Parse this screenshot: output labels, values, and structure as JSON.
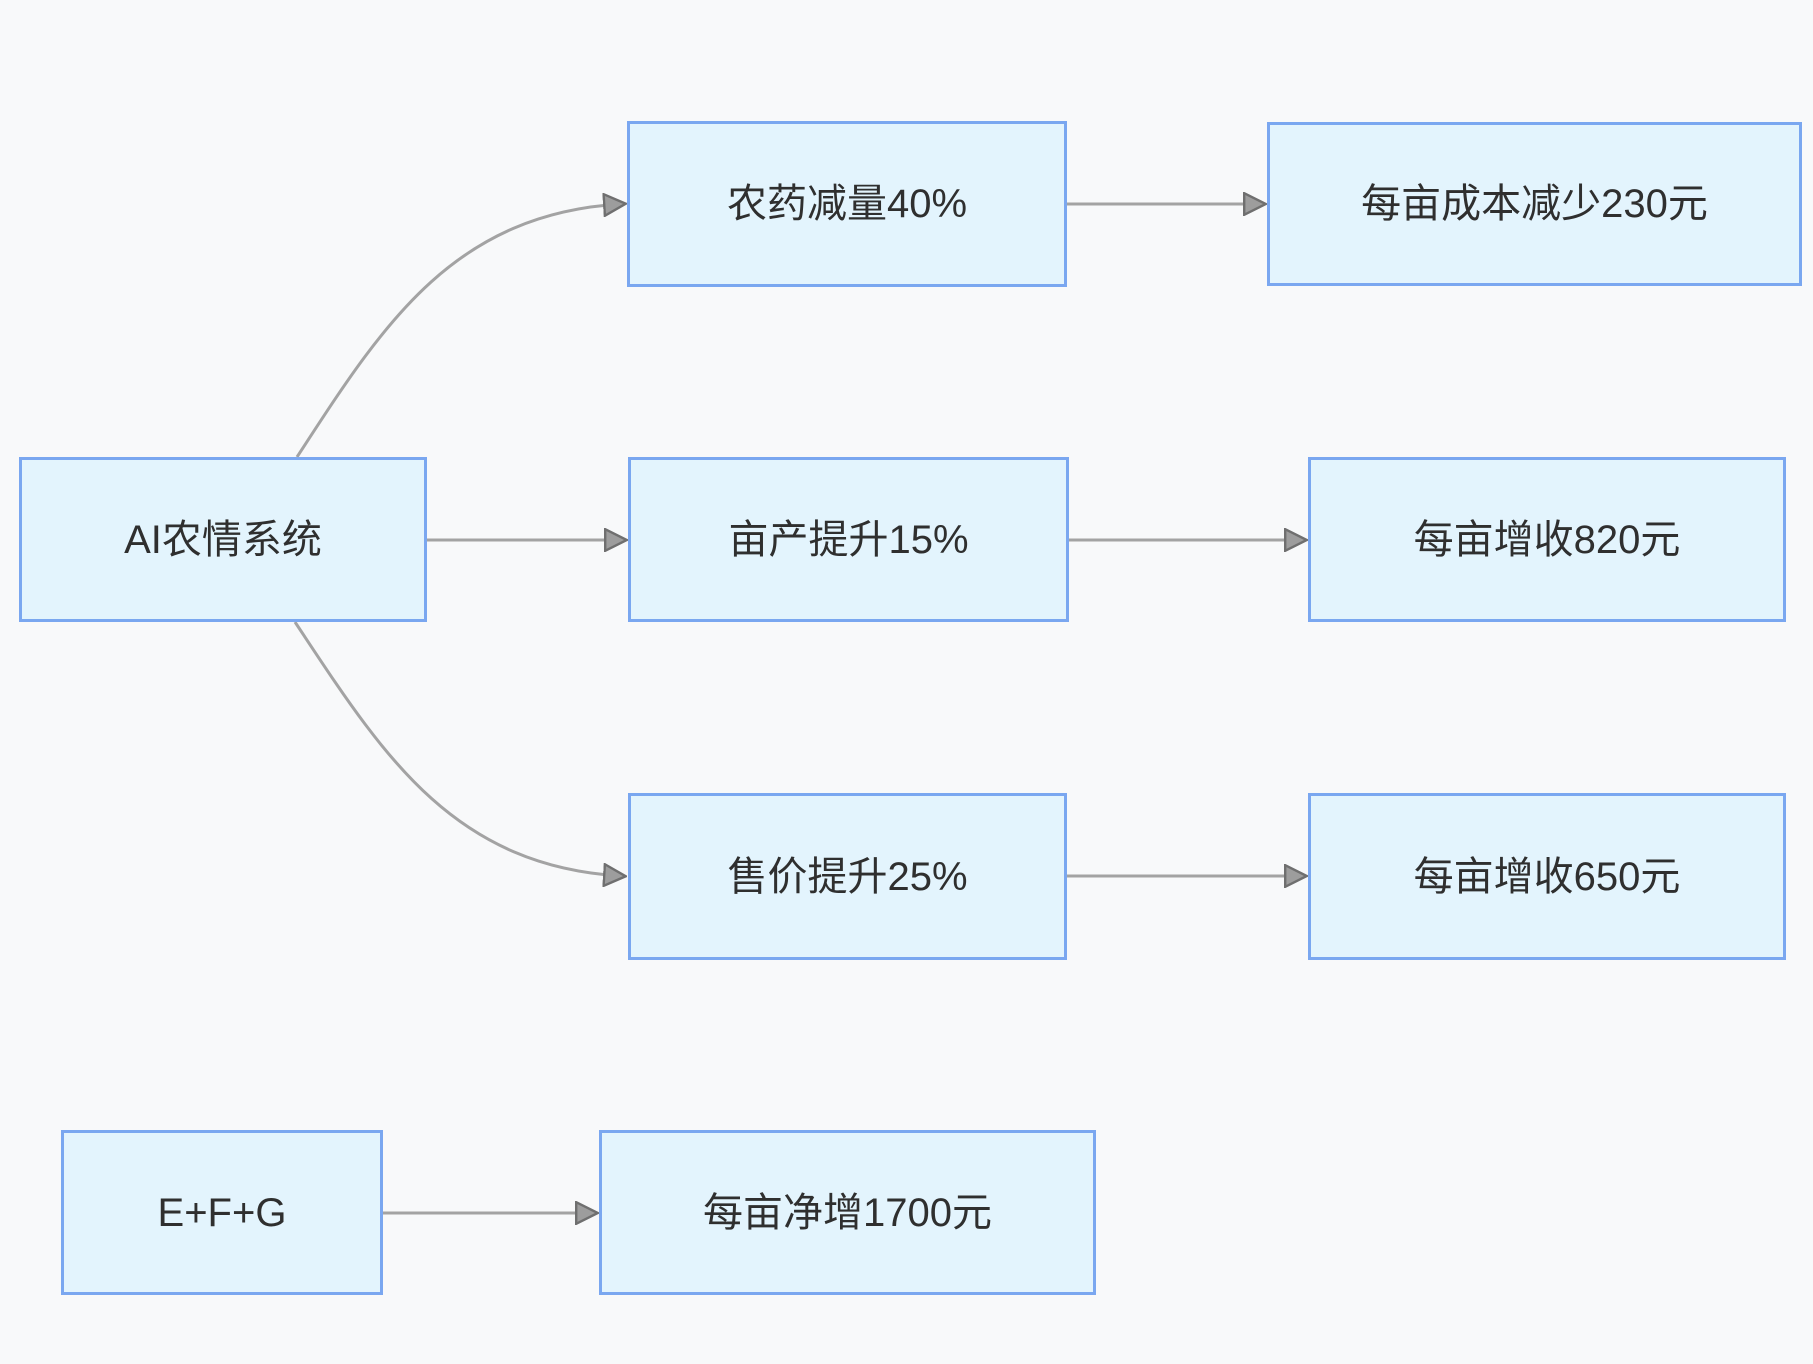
{
  "diagram": {
    "type": "flowchart",
    "nodes": {
      "a": {
        "label": "AI农情系统"
      },
      "b": {
        "label": "农药减量40%"
      },
      "c": {
        "label": "每亩成本减少230元"
      },
      "d": {
        "label": "亩产提升15%"
      },
      "e": {
        "label": "每亩增收820元"
      },
      "f": {
        "label": "售价提升25%"
      },
      "g": {
        "label": "每亩增收650元"
      },
      "h": {
        "label": "E+F+G"
      },
      "i": {
        "label": "每亩净增1700元"
      }
    },
    "edges": [
      {
        "from": "a",
        "to": "b"
      },
      {
        "from": "b",
        "to": "c"
      },
      {
        "from": "a",
        "to": "d"
      },
      {
        "from": "d",
        "to": "e"
      },
      {
        "from": "a",
        "to": "f"
      },
      {
        "from": "f",
        "to": "g"
      },
      {
        "from": "h",
        "to": "i"
      }
    ],
    "colors": {
      "background": "#f8f9fa",
      "node_fill": "#e3f4fd",
      "node_border": "#7aa7f0",
      "edge_line": "#a3a3a3",
      "arrowhead_fill": "#9d9d9d",
      "arrowhead_stroke": "#6f6f6f",
      "text": "#2f2f2f"
    }
  }
}
